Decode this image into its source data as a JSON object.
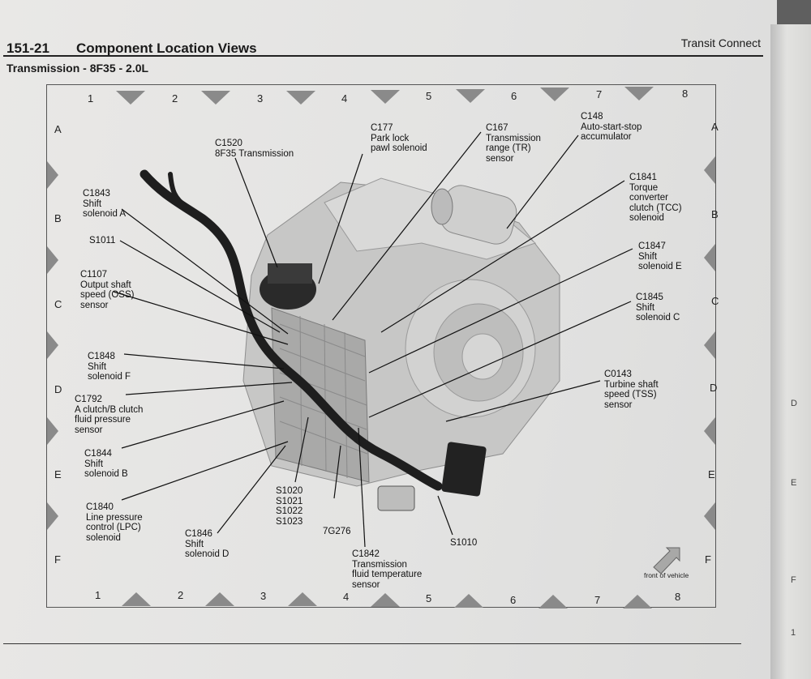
{
  "header": {
    "section_number": "151-21",
    "section_title": "Component Location Views",
    "vehicle": "Transit Connect",
    "subtitle": "Transmission - 8F35 - 2.0L"
  },
  "grid": {
    "columns": [
      "1",
      "2",
      "3",
      "4",
      "5",
      "6",
      "7",
      "8"
    ],
    "rows": [
      "A",
      "B",
      "C",
      "D",
      "E",
      "F"
    ]
  },
  "callouts": [
    {
      "id": "c1520",
      "lines": [
        "C1520",
        "8F35 Transmission"
      ]
    },
    {
      "id": "c177",
      "lines": [
        "C177",
        "Park lock",
        "pawl solenoid"
      ]
    },
    {
      "id": "c167",
      "lines": [
        "C167",
        "Transmission",
        "range (TR)",
        "sensor"
      ]
    },
    {
      "id": "c148",
      "lines": [
        "C148",
        "Auto-start-stop",
        "accumulator"
      ]
    },
    {
      "id": "c1843",
      "lines": [
        "C1843",
        "Shift",
        "solenoid A"
      ]
    },
    {
      "id": "c1841",
      "lines": [
        "C1841",
        "Torque",
        "converter",
        "clutch (TCC)",
        "solenoid"
      ]
    },
    {
      "id": "s1011",
      "lines": [
        "S1011"
      ]
    },
    {
      "id": "c1847",
      "lines": [
        "C1847",
        "Shift",
        "solenoid E"
      ]
    },
    {
      "id": "c1107",
      "lines": [
        "C1107",
        "Output shaft",
        "speed (OSS)",
        "sensor"
      ]
    },
    {
      "id": "c1845",
      "lines": [
        "C1845",
        "Shift",
        "solenoid C"
      ]
    },
    {
      "id": "c1848",
      "lines": [
        "C1848",
        "Shift",
        "solenoid F"
      ]
    },
    {
      "id": "c0143",
      "lines": [
        "C0143",
        "Turbine shaft",
        "speed (TSS)",
        "sensor"
      ]
    },
    {
      "id": "c1792",
      "lines": [
        "C1792",
        "A clutch/B clutch",
        "fluid pressure",
        "sensor"
      ]
    },
    {
      "id": "c1844",
      "lines": [
        "C1844",
        "Shift",
        "solenoid B"
      ]
    },
    {
      "id": "c1840",
      "lines": [
        "C1840",
        "Line pressure",
        "control (LPC)",
        "solenoid"
      ]
    },
    {
      "id": "s1020",
      "lines": [
        "S1020",
        "S1021",
        "S1022",
        "S1023"
      ]
    },
    {
      "id": "g7g276",
      "lines": [
        "7G276"
      ]
    },
    {
      "id": "c1846",
      "lines": [
        "C1846",
        "Shift",
        "solenoid D"
      ]
    },
    {
      "id": "c1842",
      "lines": [
        "C1842",
        "Transmission",
        "fluid temperature",
        "sensor"
      ]
    },
    {
      "id": "s1010",
      "lines": [
        "S1010"
      ]
    }
  ],
  "front_of_vehicle": "front of vehicle",
  "right_page": {
    "letters": [
      "D",
      "E",
      "F"
    ],
    "number": "1"
  }
}
